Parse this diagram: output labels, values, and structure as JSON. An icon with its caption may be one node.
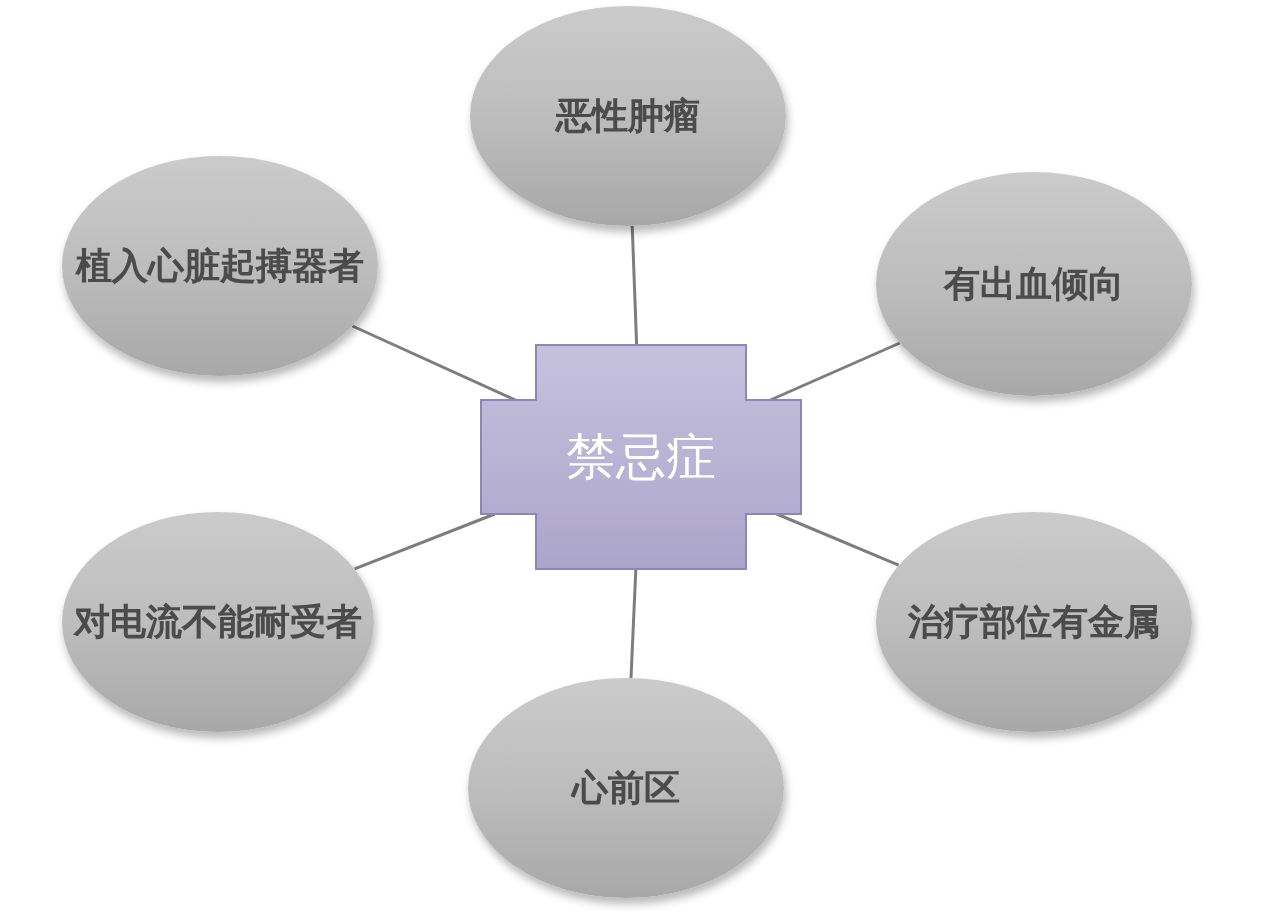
{
  "diagram": {
    "nodes": [
      {
        "text": [
          "恶性肿瘤"
        ]
      },
      {
        "text": [
          "植入心脏起搏器者"
        ]
      },
      {
        "text": [
          "有出血倾向"
        ]
      },
      {
        "text": [
          "禁忌症"
        ]
      },
      {
        "text": [
          "对电流不能耐受者"
        ]
      },
      {
        "text": [
          "治疗部位有金属"
        ]
      },
      {
        "text": [
          "心前区"
        ]
      }
    ],
    "edges": [
      {
        "from": 3,
        "to": 0,
        "arrow": "none"
      },
      {
        "from": 3,
        "to": 1,
        "arrow": "none"
      },
      {
        "from": 3,
        "to": 2,
        "arrow": "none"
      },
      {
        "from": 3,
        "to": 4,
        "arrow": "none"
      },
      {
        "from": 3,
        "to": 5,
        "arrow": "none"
      },
      {
        "from": 3,
        "to": 6,
        "arrow": "none"
      }
    ]
  }
}
